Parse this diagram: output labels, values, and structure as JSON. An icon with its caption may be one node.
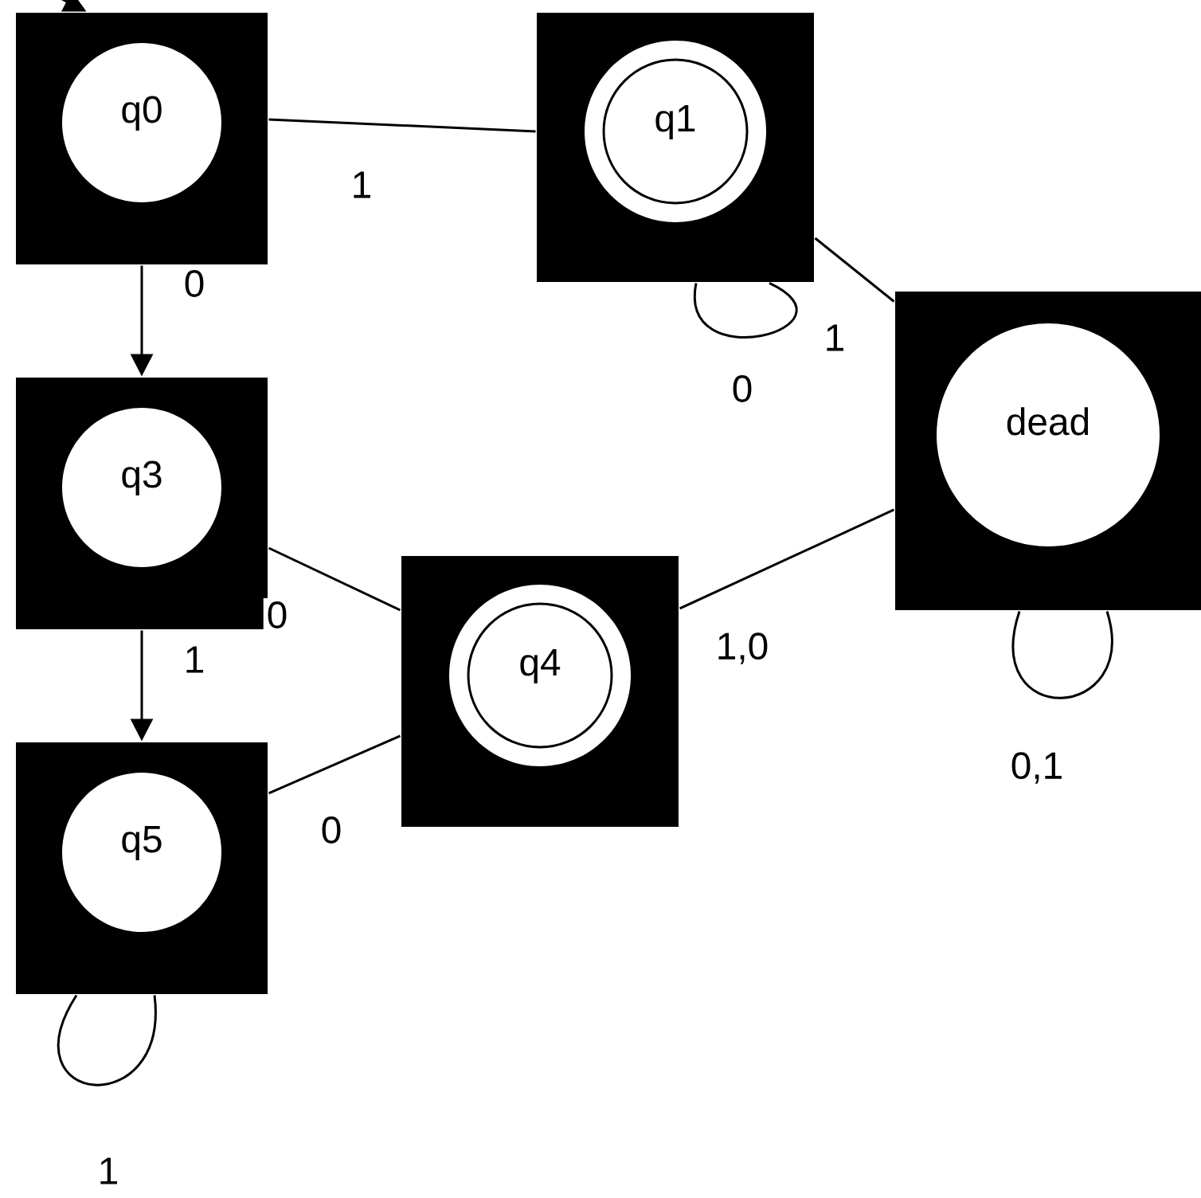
{
  "diagram": {
    "nodes": [
      {
        "text": [
          "q0"
        ]
      },
      {
        "text": [
          "q1"
        ]
      },
      {
        "text": [
          "q3"
        ]
      },
      {
        "text": [
          "dead"
        ]
      },
      {
        "text": [
          "q4"
        ]
      },
      {
        "text": [
          "q5"
        ]
      }
    ],
    "edges": [
      {
        "from": null,
        "to": 0,
        "arrow": "to"
      },
      {
        "from": 0,
        "to": 1,
        "label": "1",
        "arrow": "none"
      },
      {
        "from": 0,
        "to": 2,
        "label": "0",
        "arrow": "to"
      },
      {
        "from": 1,
        "to": 3,
        "label": "1",
        "arrow": "none"
      },
      {
        "from": 1,
        "to": 1,
        "label": "0",
        "arrow": "none"
      },
      {
        "from": 2,
        "to": 4,
        "label": "0",
        "arrow": "none"
      },
      {
        "from": 2,
        "to": 5,
        "label": "1",
        "arrow": "to"
      },
      {
        "from": 5,
        "to": 4,
        "label": "0",
        "arrow": "none"
      },
      {
        "from": 4,
        "to": 3,
        "label": "1,0",
        "arrow": "none"
      },
      {
        "from": 3,
        "to": 3,
        "label": "0,1",
        "arrow": "none"
      },
      {
        "from": 5,
        "to": 5,
        "label": "1",
        "arrow": "none"
      }
    ]
  }
}
